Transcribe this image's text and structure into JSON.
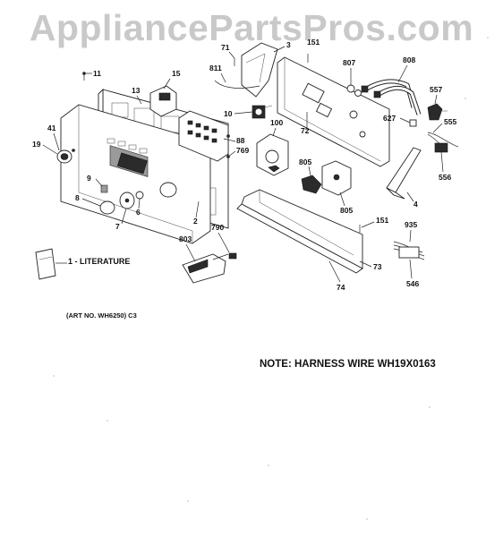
{
  "watermark": "AppliancePartsPros.com",
  "note": "NOTE: HARNESS WIRE WH19X0163",
  "art_number": "(ART NO. WH6250) C3",
  "literature_label": "1 - LITERATURE",
  "callouts": {
    "c71": "71",
    "c3": "3",
    "c151a": "151",
    "c808": "808",
    "c807": "807",
    "c11": "11",
    "c15": "15",
    "c811": "811",
    "c557": "557",
    "c13": "13",
    "c10": "10",
    "c627": "627",
    "c555": "555",
    "c41": "41",
    "c100": "100",
    "c72": "72",
    "c88": "88",
    "c769": "769",
    "c19": "19",
    "c556": "556",
    "c805a": "805",
    "c805b": "805",
    "c4": "4",
    "c9": "9",
    "c8": "8",
    "c6": "6",
    "c7": "7",
    "c2": "2",
    "c151b": "151",
    "c935": "935",
    "c803": "803",
    "c790": "790",
    "c73": "73",
    "c74": "74",
    "c546": "546"
  }
}
